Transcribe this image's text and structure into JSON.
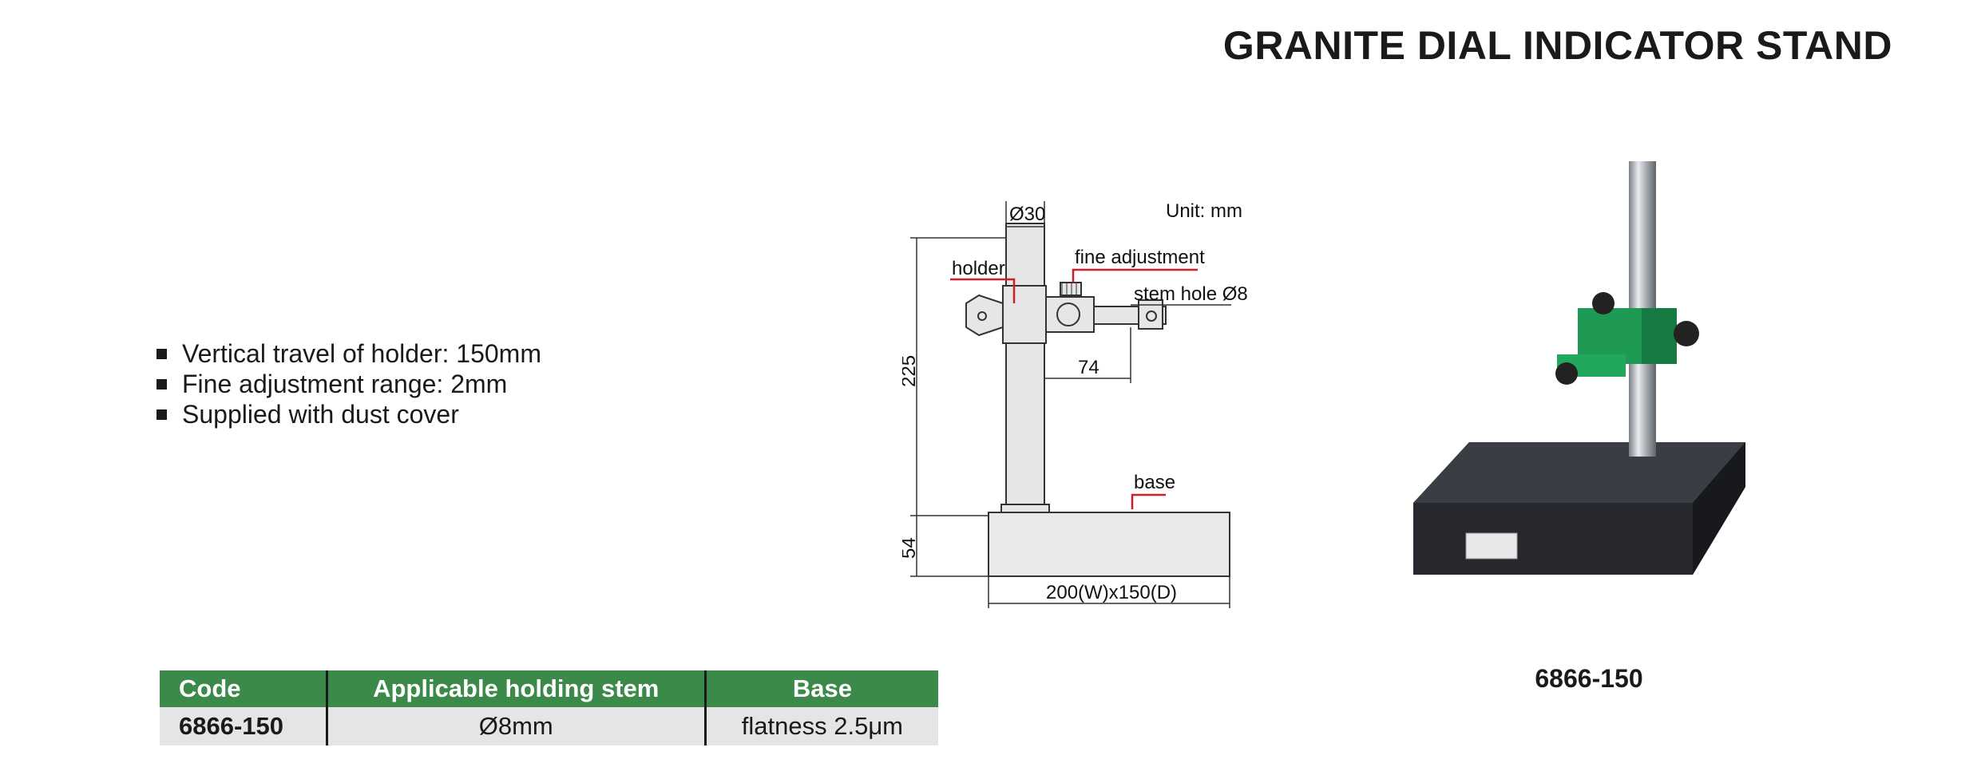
{
  "title": "GRANITE DIAL INDICATOR STAND",
  "features": [
    "Vertical travel of holder: 150mm",
    "Fine adjustment range: 2mm",
    "Supplied with dust cover"
  ],
  "drawing": {
    "unit": "Unit: mm",
    "diameter_column": "Ø30",
    "label_holder": "holder",
    "label_fine_adjustment": "fine adjustment",
    "label_stem_hole": "stem hole Ø8",
    "dim_74": "74",
    "dim_225": "225",
    "label_base": "base",
    "dim_54": "54",
    "dim_base": "200(W)x150(D)"
  },
  "table": {
    "headers": [
      "Code",
      "Applicable holding stem",
      "Base"
    ],
    "rows": [
      [
        "6866-150",
        "Ø8mm",
        "flatness 2.5μm"
      ]
    ]
  },
  "photo_caption": "6866-150",
  "colors": {
    "table_header": "#3c8a4a",
    "table_row": "#e5e5e5",
    "leader_red": "#cc1f2a",
    "holder_green": "#1f9a55",
    "granite": "#2b2d31"
  }
}
